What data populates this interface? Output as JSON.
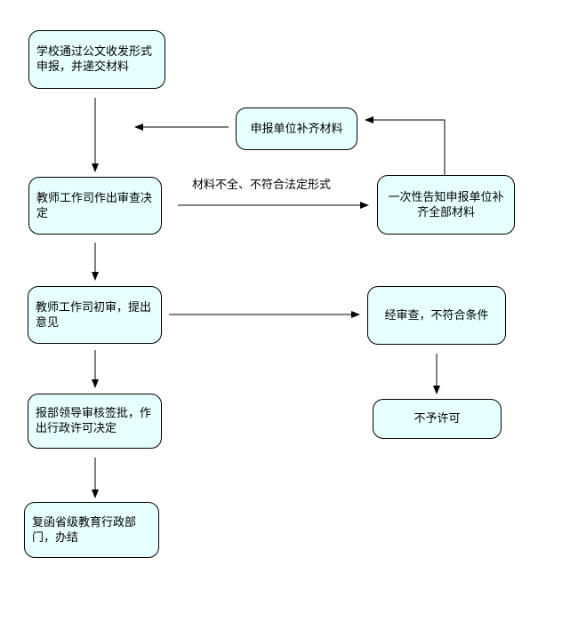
{
  "flowchart": {
    "nodes": {
      "submit": "学校通过公文收发形式申报，并递交材料",
      "supplement": "申报单位补齐材料",
      "decision": "教师工作司作出审查决定",
      "notify": "一次性告知申报单位补齐全部材料",
      "initial_review": "教师工作司初审，提出意见",
      "not_qualified": "经审查，不符合条件",
      "leader_approval": "报部领导审核签批，作出行政许可决定",
      "no_permit": "不予许可",
      "reply": "复函省级教育行政部门，办结"
    },
    "edge_labels": {
      "incomplete": "材料不全、不符合法定形式"
    }
  },
  "colors": {
    "node_fill": "#e6ffff",
    "stroke": "#000000"
  }
}
